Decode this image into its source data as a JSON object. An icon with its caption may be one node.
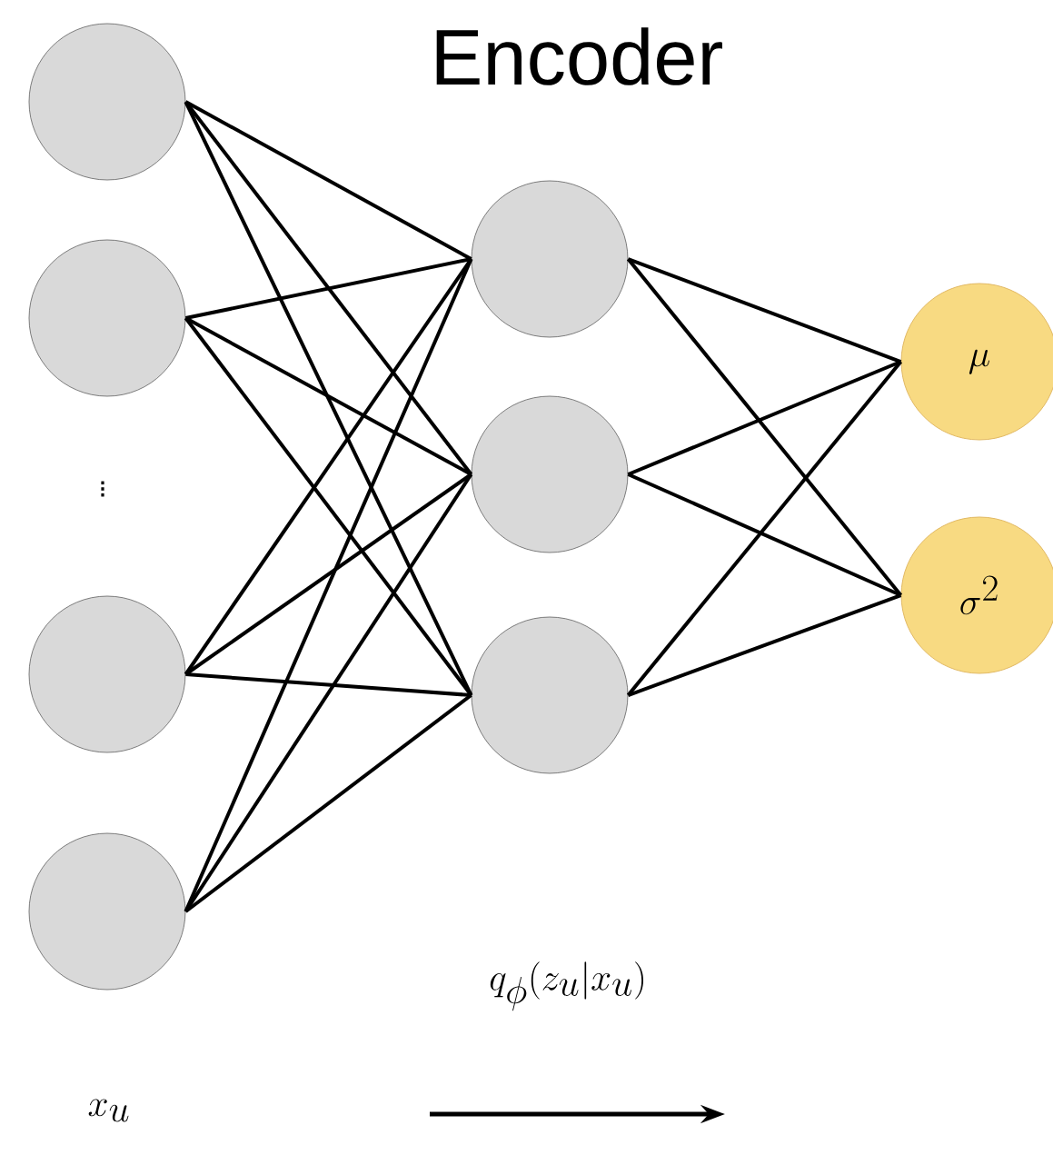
{
  "diagram": {
    "title": "Encoder",
    "nodes": [
      {
        "text": [],
        "shape": "circle"
      },
      {
        "text": [],
        "shape": "circle"
      },
      {
        "text": [],
        "shape": "circle"
      },
      {
        "text": [],
        "shape": "circle"
      },
      {
        "text": [],
        "shape": "circle"
      },
      {
        "text": [],
        "shape": "circle"
      },
      {
        "text": [],
        "shape": "circle"
      },
      {
        "text": [
          "\\mu"
        ]
      },
      {
        "text": [
          "\\sigma^2"
        ]
      }
    ],
    "edges": [
      {
        "from": 0,
        "to": 4,
        "arrow": "none"
      },
      {
        "from": 0,
        "to": 5,
        "arrow": "none"
      },
      {
        "from": 0,
        "to": 6,
        "arrow": "none"
      },
      {
        "from": 1,
        "to": 4,
        "arrow": "none"
      },
      {
        "from": 1,
        "to": 5,
        "arrow": "none"
      },
      {
        "from": 1,
        "to": 6,
        "arrow": "none"
      },
      {
        "from": 2,
        "to": 4,
        "arrow": "none"
      },
      {
        "from": 2,
        "to": 5,
        "arrow": "none"
      },
      {
        "from": 2,
        "to": 6,
        "arrow": "none"
      },
      {
        "from": 3,
        "to": 4,
        "arrow": "none"
      },
      {
        "from": 3,
        "to": 5,
        "arrow": "none"
      },
      {
        "from": 3,
        "to": 6,
        "arrow": "none"
      },
      {
        "from": 4,
        "to": 7,
        "arrow": "none"
      },
      {
        "from": 4,
        "to": 8,
        "arrow": "none"
      },
      {
        "from": 5,
        "to": 7,
        "arrow": "none"
      },
      {
        "from": 5,
        "to": 8,
        "arrow": "none"
      },
      {
        "from": 6,
        "to": 7,
        "arrow": "none"
      },
      {
        "from": 6,
        "to": 8,
        "arrow": "none"
      }
    ],
    "labels": [
      "\\vdots",
      "q_\\phi(z_u|x_u)",
      "x_u"
    ]
  }
}
